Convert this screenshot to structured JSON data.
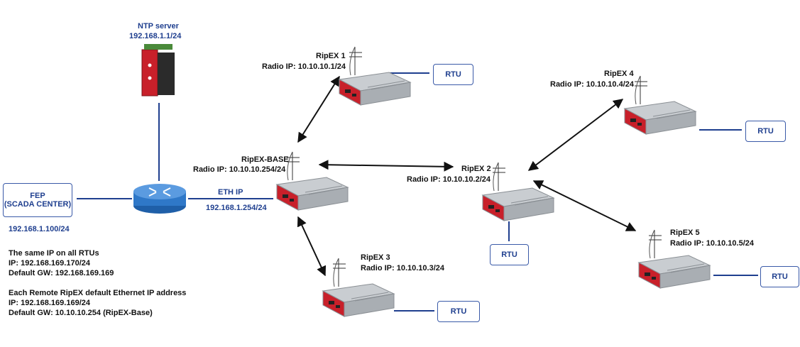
{
  "ntp": {
    "title": "NTP server",
    "ip": "192.168.1.1/24"
  },
  "fep": {
    "label_line1": "FEP",
    "label_line2": "(SCADA CENTER)",
    "ip": "192.168.1.100/24"
  },
  "eth": {
    "label": "ETH IP",
    "ip": "192.168.1.254/24"
  },
  "base": {
    "name": "RipEX-BASE",
    "radio_ip": "Radio IP: 10.10.10.254/24"
  },
  "ripex1": {
    "name": "RipEX 1",
    "radio_ip": "Radio IP: 10.10.10.1/24"
  },
  "ripex2": {
    "name": "RipEX 2",
    "radio_ip": "Radio IP: 10.10.10.2/24"
  },
  "ripex3": {
    "name": "RipEX 3",
    "radio_ip": "Radio IP: 10.10.10.3/24"
  },
  "ripex4": {
    "name": "RipEX 4",
    "radio_ip": "Radio IP: 10.10.10.4/24"
  },
  "ripex5": {
    "name": "RipEX 5",
    "radio_ip": "Radio IP: 10.10.10.5/24"
  },
  "rtu_label": "RTU",
  "notes": {
    "rtu_heading": "The same IP on all RTUs",
    "rtu_ip": "IP: 192.168.169.170/24",
    "rtu_gw": "Default GW: 192.168.169.169",
    "remote_heading": "Each Remote RipEX default Ethernet IP address",
    "remote_ip": "IP: 192.168.169.169/24",
    "remote_gw": "Default GW: 10.10.10.254 (RipEX-Base)"
  },
  "colors": {
    "link": "#1f3f8f",
    "device_red": "#c8202a",
    "device_grey": "#a9aeb3",
    "arrow": "#111111"
  }
}
